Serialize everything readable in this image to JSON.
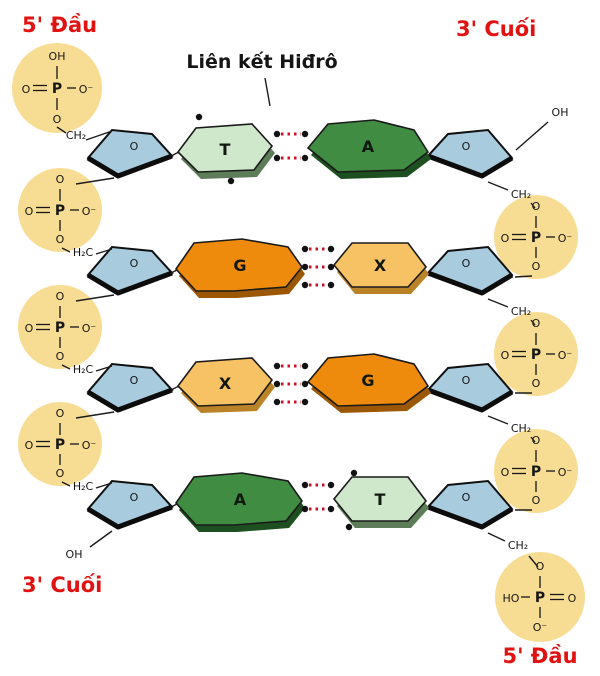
{
  "labels": {
    "top_left": "5' Đầu",
    "top_right": "3' Cuối",
    "bottom_left": "3' Cuối",
    "bottom_right": "5' Đầu",
    "hydrogen_bond_title": "Liên kết Hiđrô"
  },
  "chem": {
    "P": "P",
    "O": "O",
    "OH": "OH",
    "HO": "HO",
    "O_minus": "O⁻",
    "CH2": "CH₂",
    "H2C": "H₂C"
  },
  "rows": [
    {
      "left_base": "T",
      "right_base": "A",
      "bond_count": 2
    },
    {
      "left_base": "G",
      "right_base": "X",
      "bond_count": 3
    },
    {
      "left_base": "X",
      "right_base": "G",
      "bond_count": 3
    },
    {
      "left_base": "A",
      "right_base": "T",
      "bond_count": 2
    }
  ],
  "colors": {
    "label": "#e01212",
    "phosphate": "#f7dd94",
    "sugar": "#a9cbde",
    "bond": "#cc1122",
    "face_T": "#cfe8cb",
    "edge_T": "#5d7d59",
    "face_A": "#3f8c42",
    "edge_A": "#1d4f20",
    "face_G": "#ee8b0c",
    "edge_G": "#9c5703",
    "face_X": "#f6c263",
    "edge_X": "#bb8327"
  }
}
